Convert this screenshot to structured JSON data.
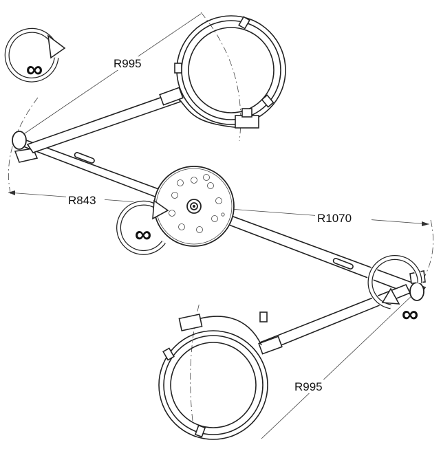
{
  "dimensions": {
    "r_top": "R995",
    "r_left": "R843",
    "r_right": "R1070",
    "r_bottom": "R995"
  },
  "rotation_symbols": {
    "top_left": "∞",
    "center": "∞",
    "right": "∞"
  }
}
